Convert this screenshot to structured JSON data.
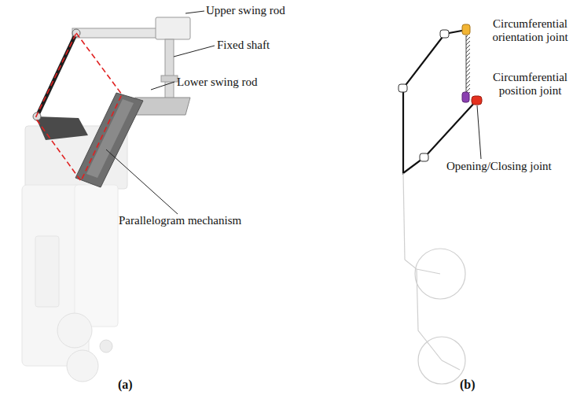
{
  "diagram": {
    "labels": [
      "Upper swing rod",
      "Fixed shaft",
      "Lower swing rod",
      "Parallelogram mechanism",
      "(a)",
      "Circumferential orientation joint",
      "Circumferential position joint",
      "Opening/Closing joint",
      "(b)"
    ]
  }
}
